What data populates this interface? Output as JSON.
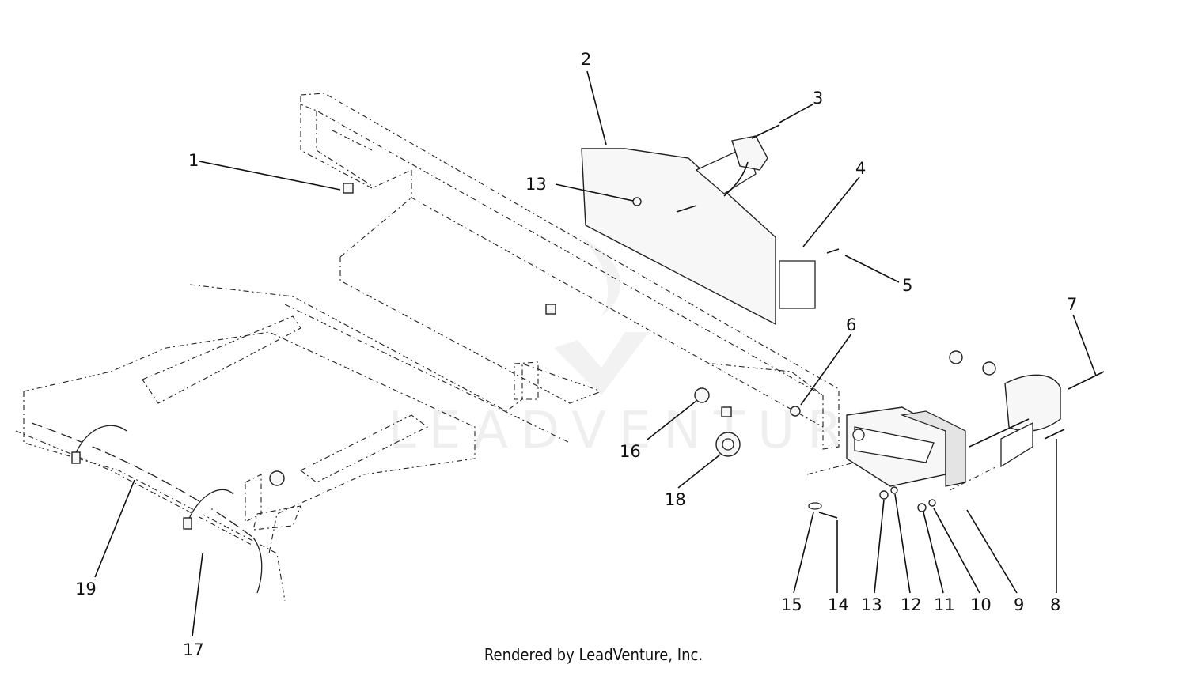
{
  "callouts": {
    "c1": "1",
    "c2": "2",
    "c3": "3",
    "c4": "4",
    "c5": "5",
    "c6": "6",
    "c7": "7",
    "c8": "8",
    "c9": "9",
    "c10": "10",
    "c11": "11",
    "c12": "12",
    "c13a": "13",
    "c13b": "13",
    "c14": "14",
    "c15": "15",
    "c16": "16",
    "c17": "17",
    "c18": "18",
    "c19": "19"
  },
  "watermark": "LEADVENTURE",
  "footer": "Rendered by LeadVenture, Inc."
}
